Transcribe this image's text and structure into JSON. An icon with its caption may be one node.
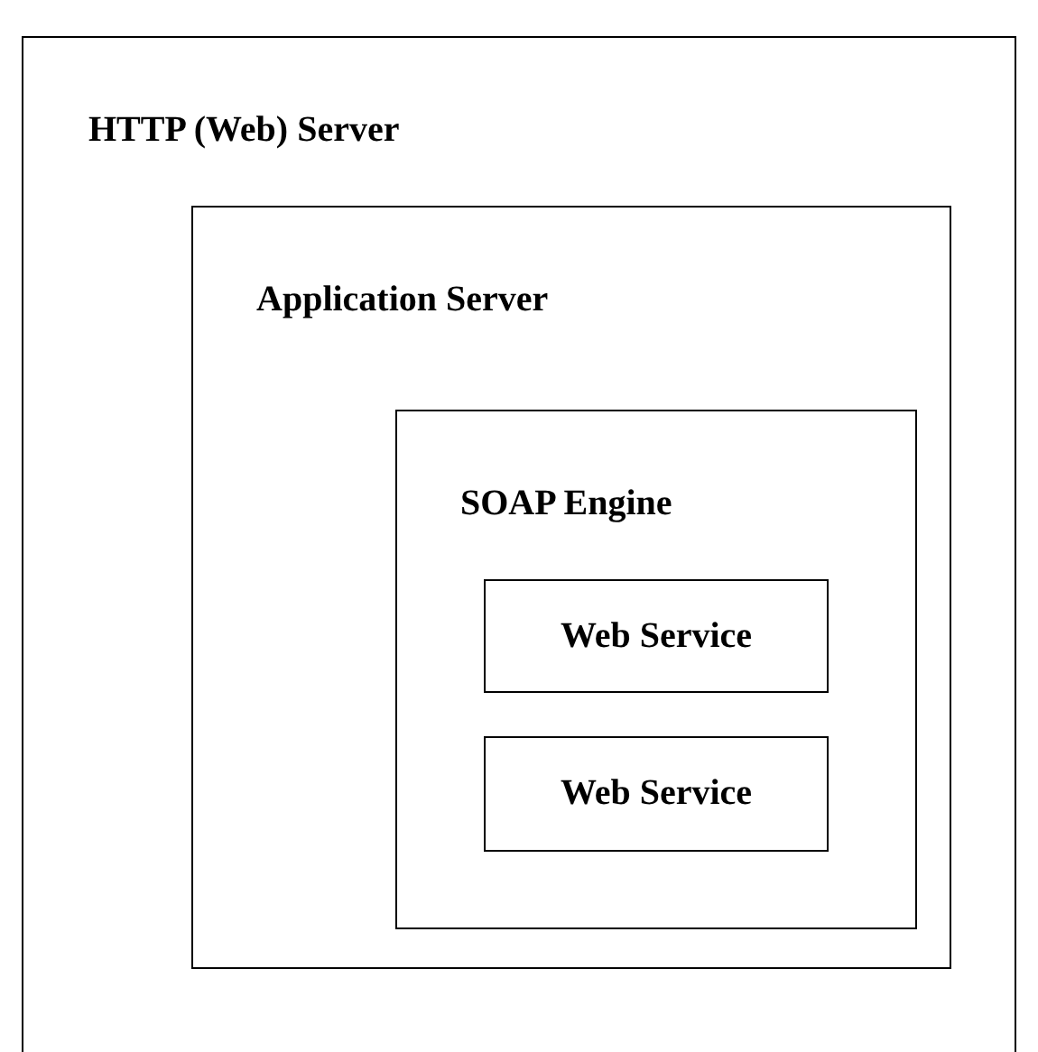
{
  "diagram": {
    "nodes": [
      {
        "text": [
          "HTTP (Web) Server"
        ]
      },
      {
        "text": [
          "Application Server"
        ],
        "in": 0
      },
      {
        "text": [
          "SOAP Engine"
        ],
        "in": 1
      },
      {
        "text": [
          "Web Service"
        ],
        "in": 2
      },
      {
        "text": [
          "Web Service"
        ],
        "in": 2
      }
    ]
  }
}
